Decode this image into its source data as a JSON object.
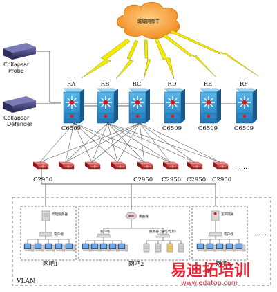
{
  "cloud": {
    "label": "城域网骨干"
  },
  "routers": [
    {
      "label": "RA",
      "model": "C6509"
    },
    {
      "label": "RB",
      "model": ""
    },
    {
      "label": "RC",
      "model": ""
    },
    {
      "label": "RD",
      "model": "C6509"
    },
    {
      "label": "RE",
      "model": "C6509"
    },
    {
      "label": "RF",
      "model": "C6509"
    }
  ],
  "appliances": {
    "probe": {
      "line1": "Collapsar",
      "line2": "Probe"
    },
    "defender": {
      "line1": "Collapsar",
      "line2": "Defender"
    }
  },
  "access_switches": {
    "left_model": "C2950",
    "bottom_models": [
      "C2950",
      "C2950",
      "C2950",
      "C2950"
    ],
    "ellipsis": "……"
  },
  "vlan": {
    "label": "VLAN",
    "ellipsis": "……",
    "cafes": [
      {
        "label": "网吧1",
        "node_label": "代理服务器",
        "client_label": "客户端"
      },
      {
        "label": "网吧2",
        "node_label": "路由器",
        "client_label": "客户端",
        "server_label": "服务器 (游戏/电影)"
      },
      {
        "label": "网吧3",
        "node_label": "宽带网关",
        "client_label": "客户端"
      }
    ]
  },
  "watermark": {
    "brand": "易迪拓培训",
    "url": "www.edatop.com"
  },
  "colors": {
    "router_face": "#3aa0d8",
    "router_core": "#d02020",
    "switch_face": "#c02828",
    "cloud": "#f3a23c",
    "lightning": "#e8e000",
    "appliance": "#3a3a70",
    "watermark_red": "#e60012"
  }
}
